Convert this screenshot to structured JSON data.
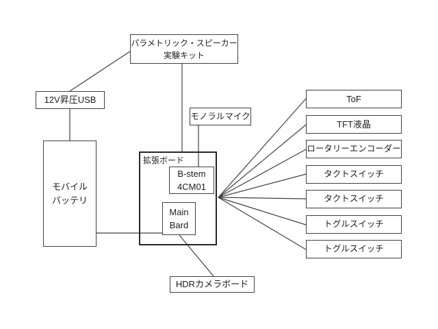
{
  "diagram": {
    "title": "parametric speaker experiment kit block diagram",
    "colors": {
      "background": "#ffffff",
      "line": "#3f3f3f",
      "text": "#1c1c1c"
    },
    "nodes": {
      "speaker_kit": {
        "line1": "パラメトリック・スピーカー",
        "line2": "実験キット"
      },
      "usb_boost": {
        "label": "12V昇圧USB"
      },
      "battery": {
        "line1": "モバイル",
        "line2": "バッテリ"
      },
      "mono_mic": {
        "label": "モノラルマイク"
      },
      "expansion_board": {
        "label": "拡張ボード"
      },
      "b_stem": {
        "line1": "B-stem",
        "line2": "4CM01"
      },
      "main_board": {
        "line1": "Main",
        "line2": "Bard"
      },
      "hdr_camera": {
        "label": "HDRカメラボード"
      },
      "tof": {
        "label": "ToF"
      },
      "tft_lcd": {
        "label": "TFT液晶"
      },
      "rotary_encoder": {
        "label": "ロータリーエンコーダー"
      },
      "tact_switch_1": {
        "label": "タクトスイッチ"
      },
      "tact_switch_2": {
        "label": "タクトスイッチ"
      },
      "toggle_switch_1": {
        "label": "トグルスイッチ"
      },
      "toggle_switch_2": {
        "label": "トグルスイッチ"
      }
    },
    "edges": [
      {
        "from": "speaker_kit",
        "to": "usb_boost"
      },
      {
        "from": "speaker_kit",
        "to": "expansion_board"
      },
      {
        "from": "mono_mic",
        "to": "b_stem"
      },
      {
        "from": "usb_boost",
        "to": "battery"
      },
      {
        "from": "battery",
        "to": "main_board"
      },
      {
        "from": "main_board",
        "to": "hdr_camera"
      },
      {
        "from": "expansion_board",
        "to": "tof"
      },
      {
        "from": "expansion_board",
        "to": "tft_lcd"
      },
      {
        "from": "expansion_board",
        "to": "rotary_encoder"
      },
      {
        "from": "expansion_board",
        "to": "tact_switch_1"
      },
      {
        "from": "expansion_board",
        "to": "tact_switch_2"
      },
      {
        "from": "expansion_board",
        "to": "toggle_switch_1"
      },
      {
        "from": "expansion_board",
        "to": "toggle_switch_2"
      }
    ]
  }
}
